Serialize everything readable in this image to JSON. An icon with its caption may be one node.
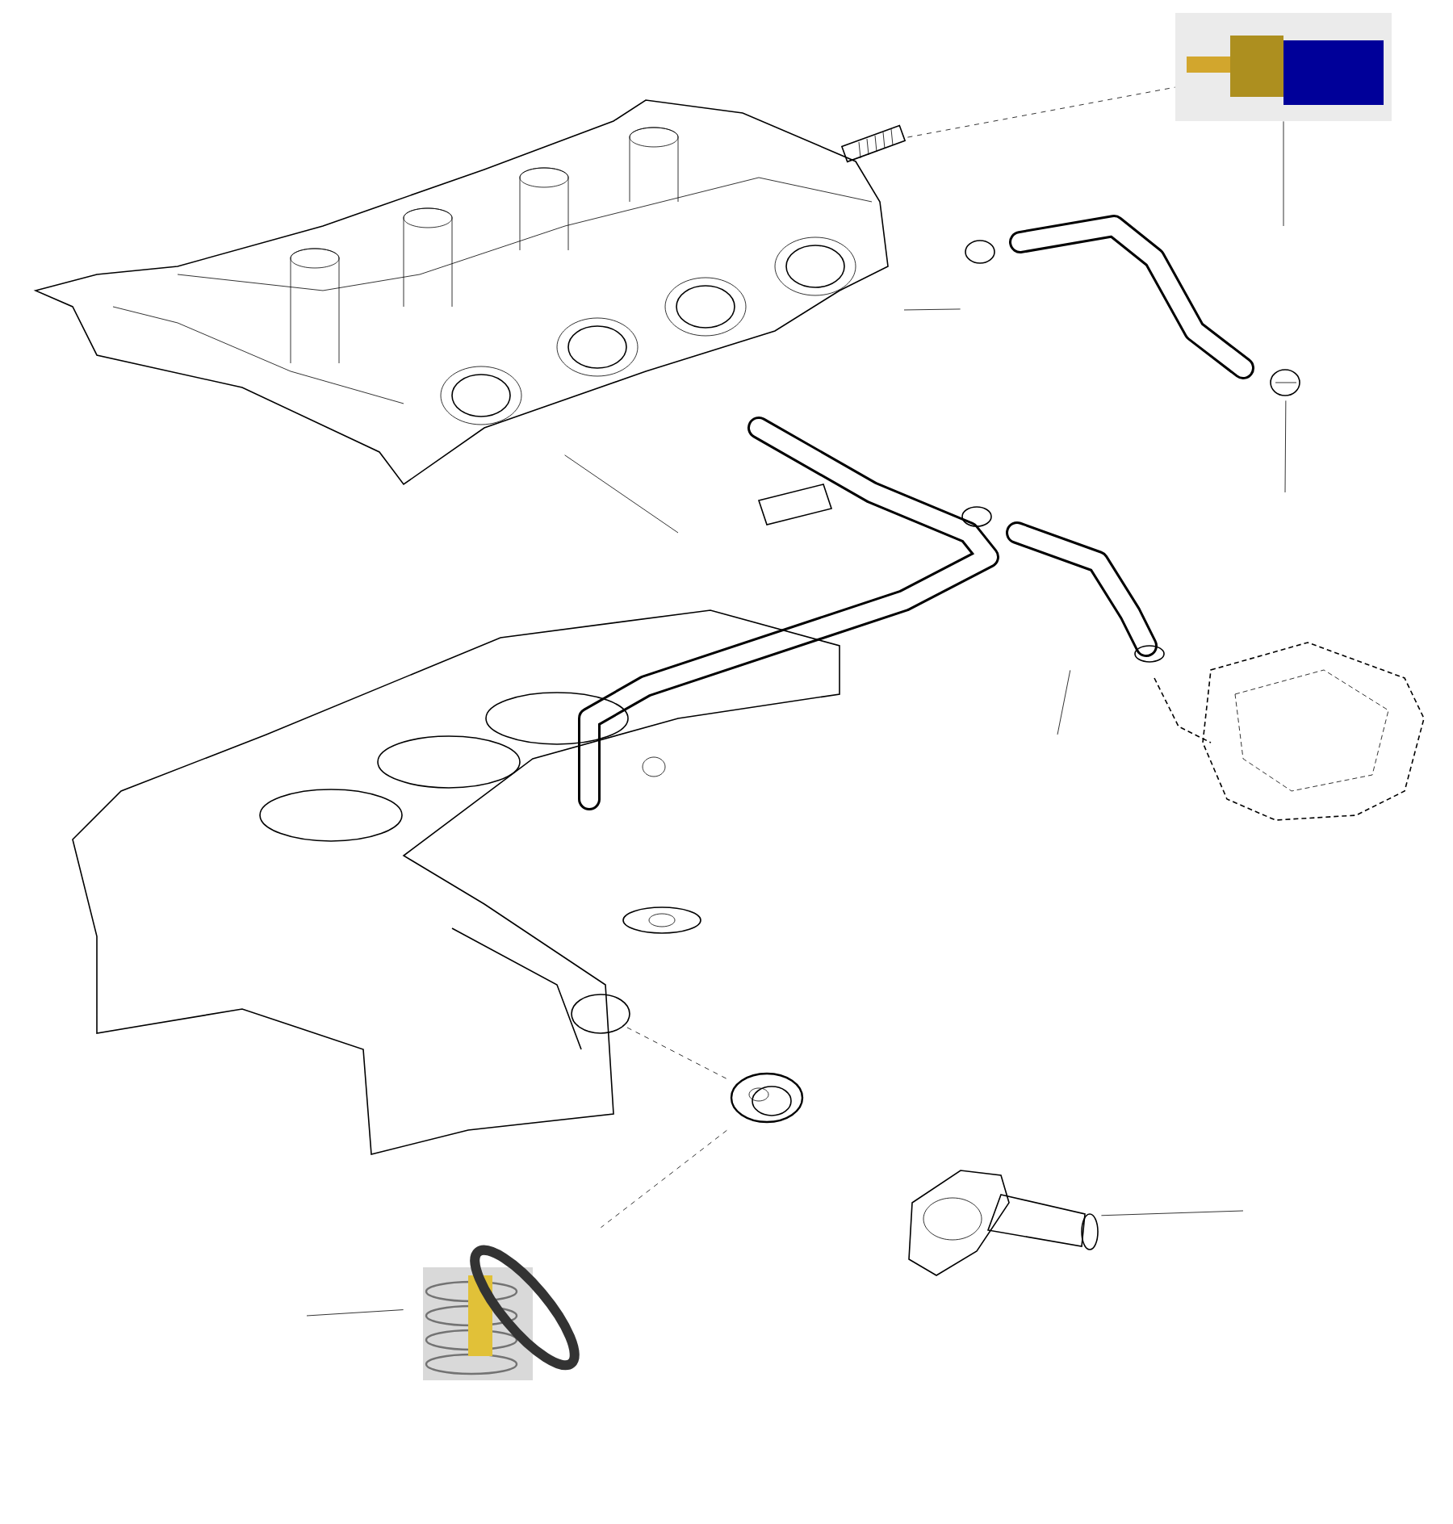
{
  "diagram": {
    "nodes": [
      {
        "text": [],
        "shape": "picture"
      },
      {
        "text": [],
        "shape": "picture"
      },
      {
        "text": [],
        "shape": "picture"
      },
      {
        "text": [],
        "shape": "picture"
      },
      {
        "text": [],
        "shape": "picture"
      },
      {
        "text": [],
        "shape": "picture"
      },
      {
        "text": [],
        "shape": "picture"
      },
      {
        "text": [],
        "shape": "picture"
      },
      {
        "text": [],
        "shape": "picture"
      },
      {
        "text": [],
        "shape": "picture"
      },
      {
        "text": [],
        "shape": "picture"
      },
      {
        "text": [],
        "shape": "picture"
      },
      {
        "text": [],
        "shape": "circle",
        "in": 7
      }
    ],
    "edges": [
      {
        "from": 1,
        "to": 2,
        "arrow": "none",
        "style": "dashed"
      },
      {
        "from": 8,
        "to": 12,
        "arrow": "none",
        "style": "dashed"
      },
      {
        "from": 8,
        "to": 9,
        "arrow": "none",
        "style": "dashed"
      },
      {
        "from": 3,
        "to": null,
        "arrow": "none"
      },
      {
        "from": 4,
        "to": null,
        "arrow": "none"
      },
      {
        "from": 6,
        "to": null,
        "arrow": "none"
      },
      {
        "from": 5,
        "to": null,
        "arrow": "none"
      },
      {
        "from": 10,
        "to": null,
        "arrow": "none"
      },
      {
        "from": 9,
        "to": null,
        "arrow": "none"
      },
      {
        "from": 2,
        "to": null,
        "arrow": "none"
      }
    ]
  }
}
